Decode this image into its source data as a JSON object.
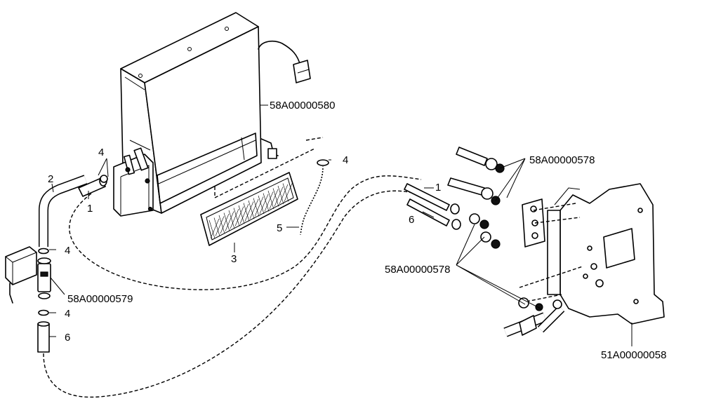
{
  "callouts": {
    "heater_unit": "58A00000580",
    "fittings_top": "58A00000578",
    "fittings_bottom": "58A00000578",
    "pump": "58A00000579",
    "bracket": "51A00000058",
    "n1_left": "1",
    "n2": "2",
    "n3": "3",
    "n4_hose_top": "4",
    "n4_heater": "4",
    "n4_pump_top": "4",
    "n4_pump_bottom": "4",
    "n5": "5",
    "n6_left": "6",
    "n1_right": "1",
    "n6_right": "6"
  }
}
